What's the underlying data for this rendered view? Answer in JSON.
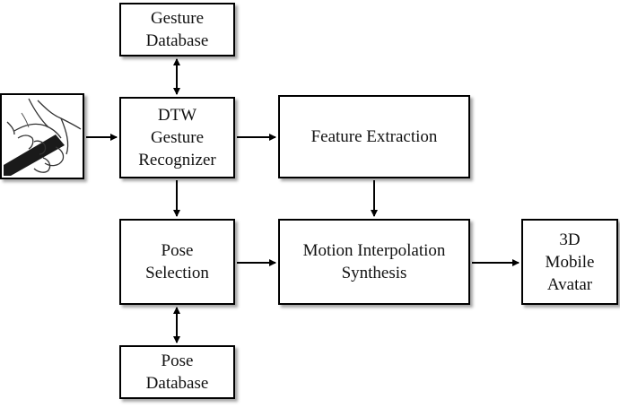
{
  "boxes": {
    "gesture_database": "Gesture\nDatabase",
    "dtw_recognizer": "DTW\nGesture\nRecognizer",
    "feature_extraction": "Feature Extraction",
    "pose_selection": "Pose\nSelection",
    "motion_interpolation": "Motion Interpolation\nSynthesis",
    "mobile_avatar": "3D\nMobile\nAvatar",
    "pose_database": "Pose\nDatabase"
  },
  "input_image": {
    "icon": "hand-gesture-icon"
  },
  "colors": {
    "stroke": "#000000",
    "background": "#ffffff",
    "shadow": "rgba(0,0,0,0.35)"
  }
}
